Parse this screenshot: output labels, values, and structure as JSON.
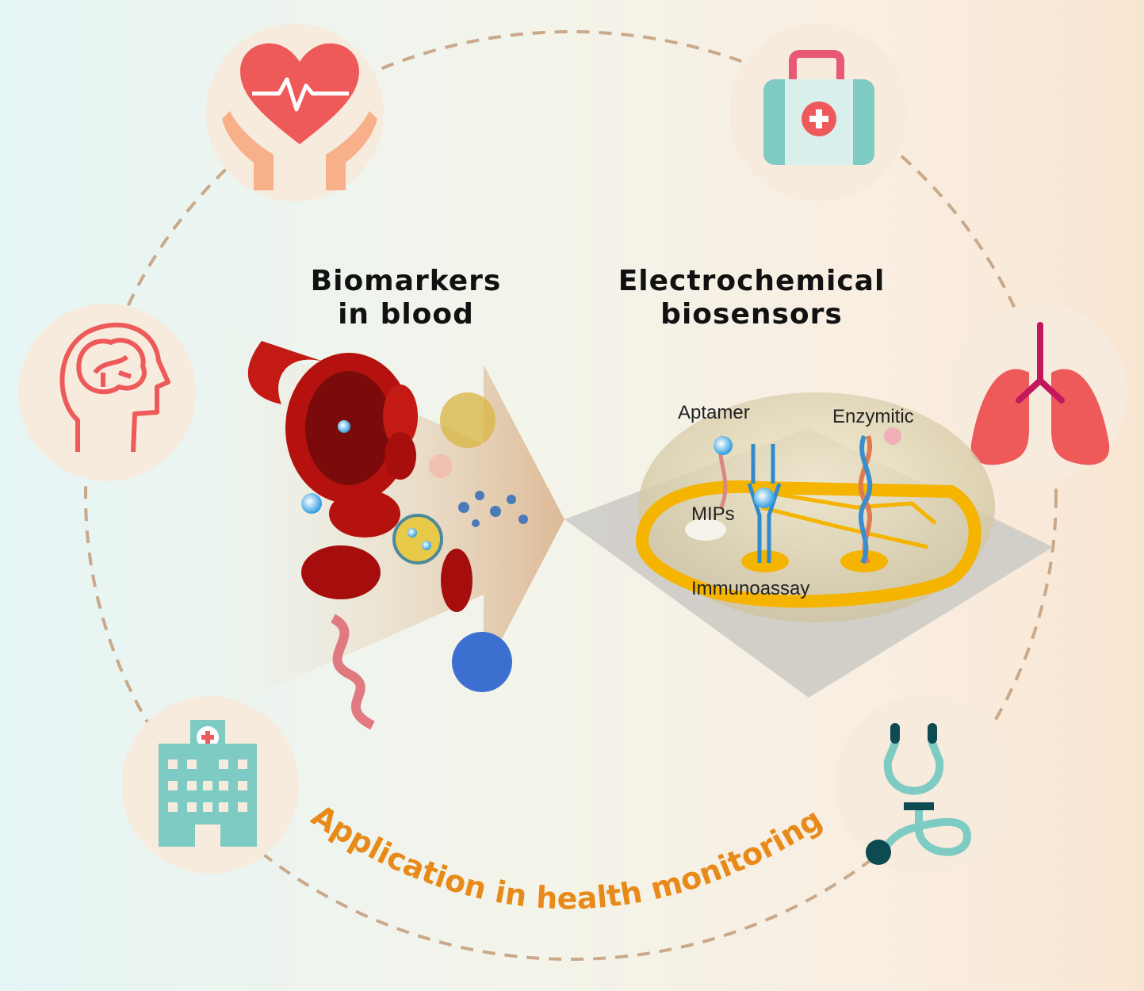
{
  "titles": {
    "biomarkers_line1": "Biomarkers",
    "biomarkers_line2": "in blood",
    "sensors_line1": "Electrochemical",
    "sensors_line2": "biosensors"
  },
  "sensor_labels": {
    "aptamer": "Aptamer",
    "enzymatic": "Enzymitic",
    "mips": "MIPs",
    "immunoassay": "Immunoassay"
  },
  "footer_arc": "Application in health monitoring",
  "icons": [
    "heart-care-icon",
    "medical-kit-icon",
    "brain-head-icon",
    "lungs-icon",
    "hospital-icon",
    "stethoscope-icon"
  ],
  "colors": {
    "coral": "#ee5a5a",
    "teal": "#7ecbc4",
    "orange": "#e88a1a",
    "blood": "#b5120f",
    "gold": "#f4b400"
  }
}
